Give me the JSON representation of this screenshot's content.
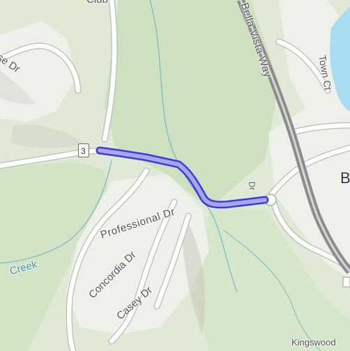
{
  "map": {
    "colors": {
      "land": "#dfe9d6",
      "forest": "#cde0c0",
      "developed": "#eef1ea",
      "road_fill": "#ffffff",
      "road_casing": "#b9bdb5",
      "highway": "#8c8c8c",
      "water": "#a9dcf2",
      "stream": "#79b7bf",
      "route": "#3b3bdc",
      "route_fill": "#a7a7ee"
    },
    "labels": {
      "club": "Club",
      "se_dr": "se Dr",
      "bella_vista": "Bella Vista Way",
      "town_ct": "Town Ct",
      "professional_dr": "Professional Dr",
      "concordia_dr": "Concordia Dr",
      "casey_dr": "Casey Dr",
      "creek": "Creek",
      "kingswood": "Kingswood",
      "road_edge": "Dr",
      "b_label": "B"
    },
    "shield": {
      "text": "3"
    },
    "route": {
      "name": "highlighted-route"
    }
  }
}
